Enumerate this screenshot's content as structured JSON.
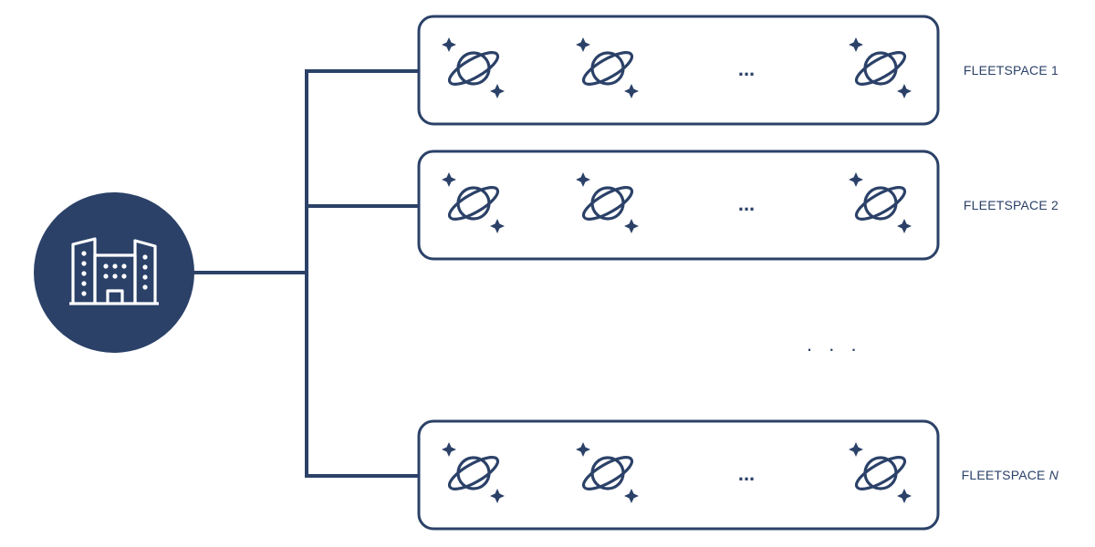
{
  "colors": {
    "primary": "#2b4168",
    "background": "#ffffff",
    "icon_fill": "#ffffff"
  },
  "hub": {
    "icon": "office-building-icon"
  },
  "fleetspaces": [
    {
      "label": "FLEETSPACE 1",
      "label_prefix": "FLEETSPACE ",
      "label_suffix": "1",
      "suffix_italic": false,
      "ellipsis": "...",
      "icons": [
        "planet-icon",
        "planet-icon",
        "planet-icon"
      ]
    },
    {
      "label": "FLEETSPACE 2",
      "label_prefix": "FLEETSPACE ",
      "label_suffix": "2",
      "suffix_italic": false,
      "ellipsis": "...",
      "icons": [
        "planet-icon",
        "planet-icon",
        "planet-icon"
      ]
    },
    {
      "label": "FLEETSPACE N",
      "label_prefix": "FLEETSPACE ",
      "label_suffix": "N",
      "suffix_italic": true,
      "ellipsis": "...",
      "icons": [
        "planet-icon",
        "planet-icon",
        "planet-icon"
      ]
    }
  ],
  "between_ellipsis": ". . ."
}
